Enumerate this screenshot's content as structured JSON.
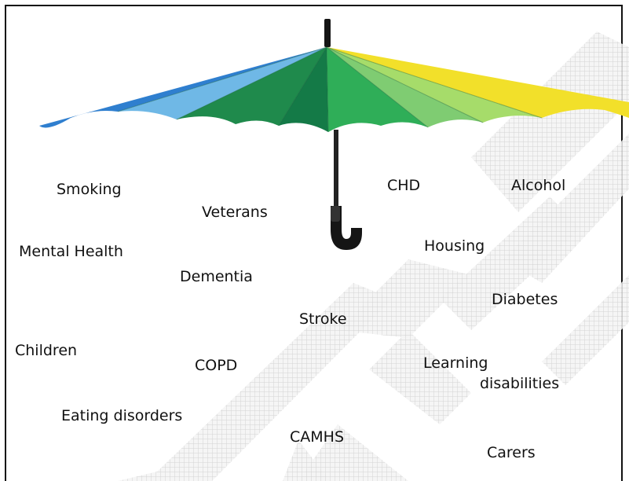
{
  "topics": [
    {
      "id": "smoking",
      "label": "Smoking"
    },
    {
      "id": "veterans",
      "label": "Veterans"
    },
    {
      "id": "chd",
      "label": "CHD"
    },
    {
      "id": "alcohol",
      "label": "Alcohol"
    },
    {
      "id": "mental-health",
      "label": "Mental Health"
    },
    {
      "id": "housing",
      "label": "Housing"
    },
    {
      "id": "dementia",
      "label": "Dementia"
    },
    {
      "id": "diabetes",
      "label": "Diabetes"
    },
    {
      "id": "stroke",
      "label": "Stroke"
    },
    {
      "id": "children",
      "label": "Children"
    },
    {
      "id": "copd",
      "label": "COPD"
    },
    {
      "id": "learning-disabilities-line1",
      "label": "Learning"
    },
    {
      "id": "learning-disabilities-line2",
      "label": "disabilities"
    },
    {
      "id": "eating-disorders",
      "label": "Eating disorders"
    },
    {
      "id": "camhs",
      "label": "CAMHS"
    },
    {
      "id": "carers",
      "label": "Carers"
    }
  ],
  "umbrella": {
    "icon": "umbrella-icon",
    "panel_colors": [
      "#2f7fcf",
      "#6fb8e6",
      "#1f8a4c",
      "#147a47",
      "#2fae58",
      "#7fcc72",
      "#a6dc6a",
      "#f2e02a"
    ],
    "handle_color": "#151515"
  },
  "watermark": {
    "icon": "draft-watermark-icon",
    "color": "#c8c8c8"
  }
}
